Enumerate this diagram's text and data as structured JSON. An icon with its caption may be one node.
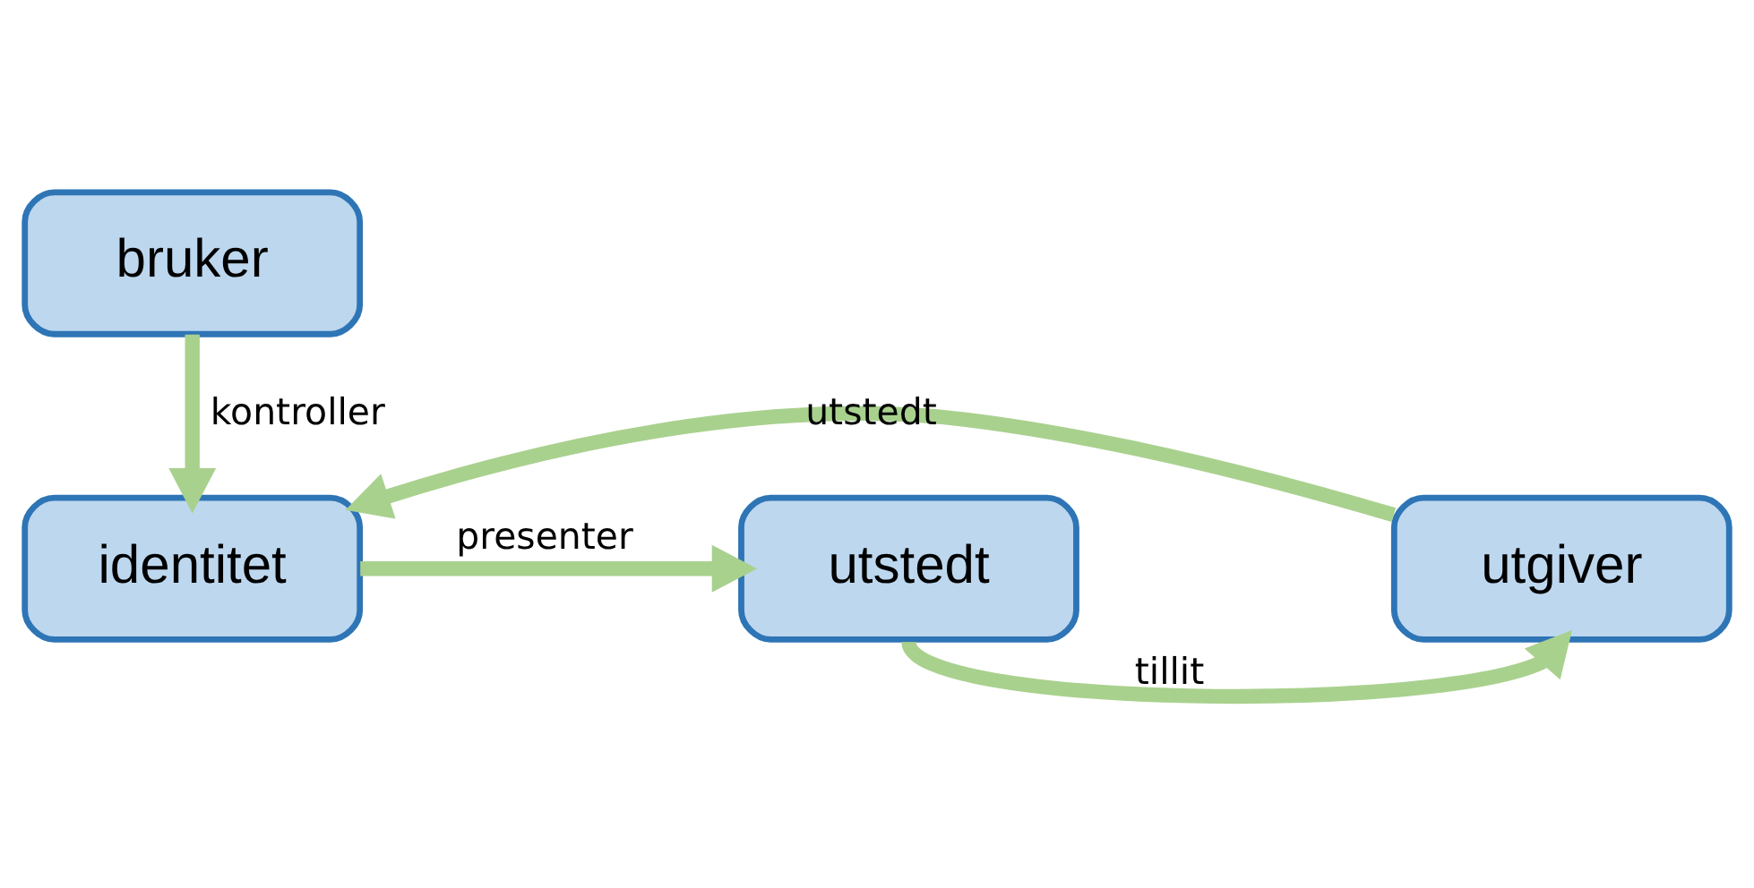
{
  "diagram": {
    "nodes": [
      {
        "text": [
          "bruker"
        ]
      },
      {
        "text": [
          "utgiver"
        ]
      },
      {
        "text": [
          "identitet"
        ]
      },
      {
        "text": [
          "utstedt"
        ]
      }
    ],
    "edges": [
      {
        "from": 0,
        "to": 2,
        "arrow": "to",
        "label": "kontroller"
      },
      {
        "from": 1,
        "to": 2,
        "arrow": "to",
        "label": "utstedt"
      },
      {
        "from": 2,
        "to": 3,
        "arrow": "to",
        "label": "presenter"
      },
      {
        "from": 3,
        "to": 1,
        "arrow": "to",
        "label": "tillit"
      }
    ]
  }
}
